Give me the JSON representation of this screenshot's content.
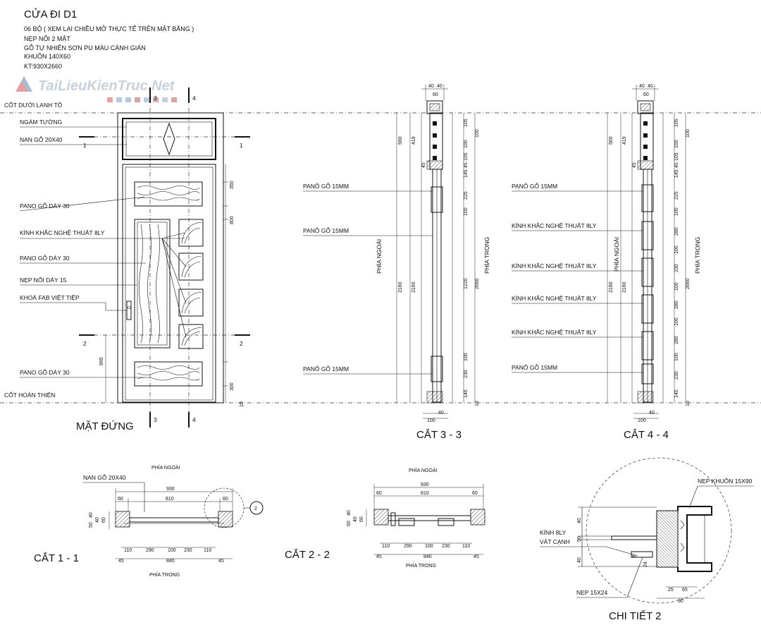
{
  "header": {
    "title": "CỬA ĐI D1",
    "lines": [
      "06 BỘ ( XEM LẠI CHIỀU MỞ THỰC TẾ TRÊN MẶT BẰNG )",
      "NẸP NỔI 2 MẶT",
      "GỖ TỰ NHIÊN SƠN PU MÀU CÁNH GIÁN",
      "KHUÔN 140X60",
      "KT:930X2660"
    ]
  },
  "watermark": "TaiLieuKienTruc.Net",
  "levels": {
    "top": "CỐT DƯỚI LANH TÔ",
    "bottom": "CỐT HOÀN THIỆN"
  },
  "elevation": {
    "title": "MẶT ĐỨNG",
    "labels": [
      "NGÀM TƯỜNG",
      "NAN GỖ 20X40",
      "PANO GỖ DÀY 30",
      "KÍNH KHẮC NGHỆ THUẬT 8LY",
      "PANO GỖ DÀY 30",
      "NẸP NỔI DÀY 15",
      "KHOÁ FAB VIỆT TIỆP",
      "PANO GỖ DÀY 30"
    ],
    "section_marks": {
      "s1": "1",
      "s2": "2",
      "s3": "3",
      "s4": "4"
    },
    "dims_right": [
      "350",
      "800",
      "300",
      "10"
    ],
    "dims_left": [
      "895"
    ]
  },
  "section33": {
    "title": "CẮT 3 - 3",
    "labels": [
      "PANÔ GỖ 15MM",
      "PANÔ GỖ 15MM",
      "PANÔ GỖ 15MM"
    ],
    "side_out": "PHÍA NGOÀI",
    "side_in": "PHÍA TRONG",
    "top_dims": [
      "40",
      "40",
      "60"
    ],
    "bottom_dims": [
      "40",
      "100"
    ],
    "left_dims": [
      "560",
      "419",
      "45",
      "2160",
      "2160"
    ],
    "right_dims": [
      "105",
      "100",
      "105",
      "100",
      "145",
      "225",
      "100",
      "1220",
      "100",
      "230",
      "145",
      "2660",
      "45",
      "10"
    ]
  },
  "section44": {
    "title": "CẮT 4 - 4",
    "labels": [
      "PANÔ GỖ 15MM",
      "KÍNH KHẮC NGHỆ THUẬT 8LY",
      "KÍNH KHẮC NGHỆ THUẬT 8LY",
      "KÍNH KHẮC NGHỆ THUẬT 8LY",
      "KÍNH KHẮC NGHỆ THUẬT 8LY",
      "PANÔ GỖ 15MM"
    ],
    "side_out": "PHÍA NGOÀI",
    "side_in": "PHÍA TRONG",
    "top_dims": [
      "40",
      "40",
      "60"
    ],
    "bottom_dims": [
      "40",
      "100"
    ],
    "left_dims": [
      "560",
      "419",
      "45",
      "2160",
      "2160"
    ],
    "right_dims": [
      "105",
      "100",
      "105",
      "100",
      "145",
      "225",
      "100",
      "280",
      "100",
      "230",
      "100",
      "280",
      "100",
      "280",
      "100",
      "230",
      "145",
      "2660",
      "45",
      "10"
    ]
  },
  "section11": {
    "title": "CẮT 1 - 1",
    "label": "NAN GỖ 20X40",
    "top": "PHÍA NGOÀI",
    "bottom": "PHÍA TRONG",
    "dims_top": [
      "930",
      "60",
      "810",
      "60"
    ],
    "dims_bottom": [
      "110",
      "290",
      "100",
      "230",
      "110",
      "45",
      "840",
      "45"
    ],
    "dims_side": [
      "40",
      "50",
      "40",
      "60"
    ],
    "callout": "2"
  },
  "section22": {
    "title": "CẮT 2 - 2",
    "top": "PHÍA NGOÀI",
    "bottom": "PHÍA TRONG",
    "dims_top": [
      "930",
      "60",
      "810",
      "60"
    ],
    "dims_bottom": [
      "110",
      "290",
      "100",
      "230",
      "110",
      "45",
      "840",
      "45"
    ],
    "dims_side": [
      "40",
      "50",
      "40",
      "60"
    ]
  },
  "detail2": {
    "title": "CHI TIẾT 2",
    "labels": [
      "NẸP KHUÔN 15X90",
      "KÍNH 8LY",
      "VÁT CẠNH",
      "NẸP 15X24"
    ],
    "dims": [
      "40",
      "50",
      "40",
      "24",
      "8",
      "25",
      "65",
      "90"
    ]
  }
}
